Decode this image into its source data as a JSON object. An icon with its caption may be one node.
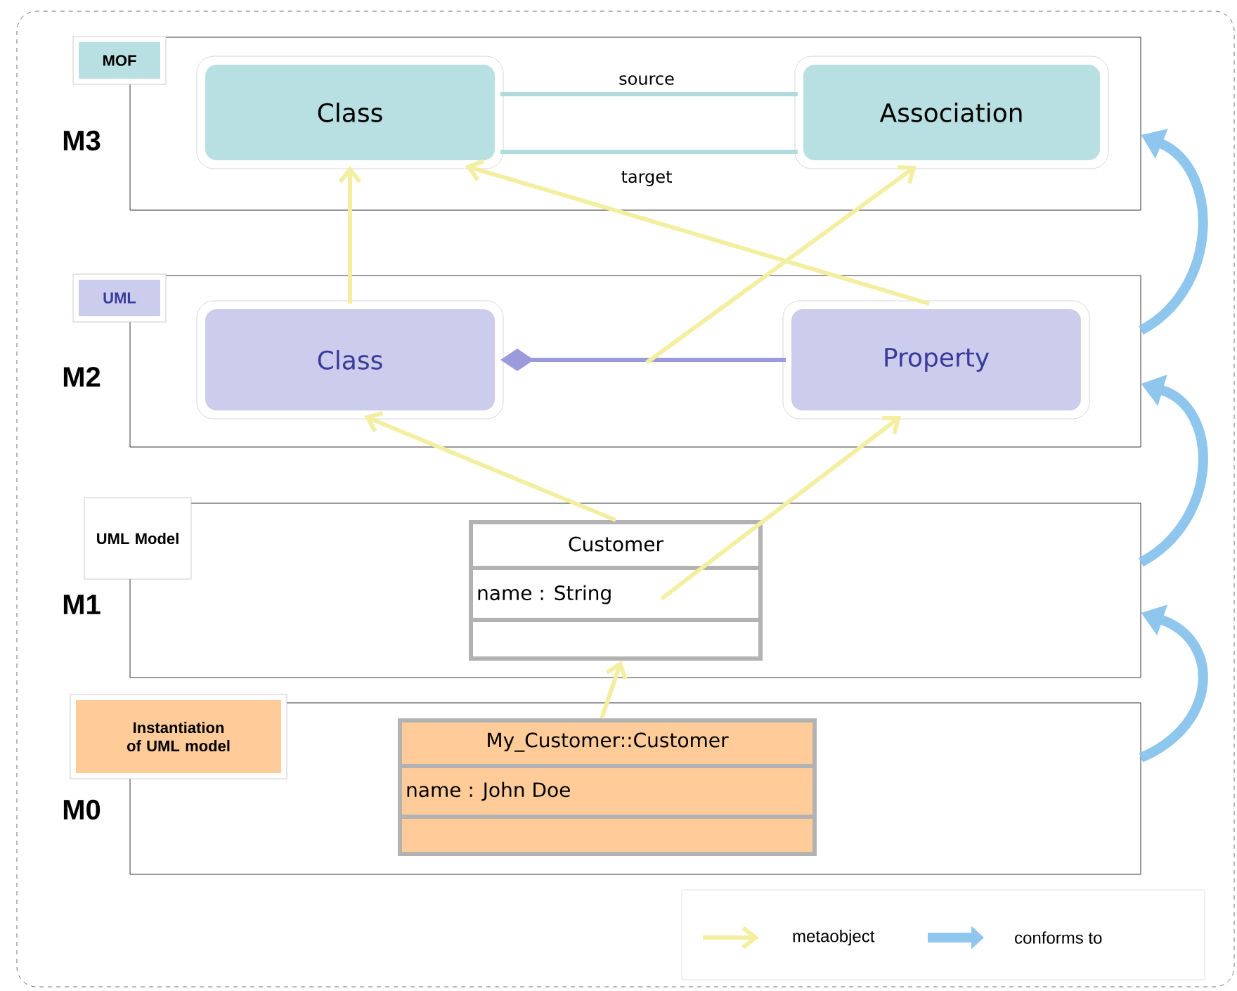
{
  "diagram": {
    "nodes": [
      {
        "text": [
          "M3"
        ]
      },
      {
        "text": [
          "MOF"
        ]
      },
      {
        "text": [
          "Class"
        ],
        "in": 0
      },
      {
        "text": [
          "Association"
        ],
        "in": 0
      },
      {
        "text": [
          "M2"
        ]
      },
      {
        "text": [
          "UML"
        ]
      },
      {
        "text": [
          "Class"
        ],
        "in": 4
      },
      {
        "text": [
          "Property"
        ],
        "in": 4
      },
      {
        "text": [
          "M1"
        ]
      },
      {
        "text": [
          "UML Model"
        ]
      },
      {
        "text": [
          "Customer",
          "name : String"
        ],
        "in": 8
      },
      {
        "text": [
          "M0"
        ]
      },
      {
        "text": [
          "Instantiation of UML model"
        ]
      },
      {
        "text": [
          "My_Customer::Customer",
          "name : John Doe"
        ],
        "in": 11
      }
    ],
    "edges": [
      {
        "from": 2,
        "to": 3,
        "arrow": "none",
        "label": "source",
        "color": "#b0dcdf"
      },
      {
        "from": 2,
        "to": 3,
        "arrow": "none",
        "label": "target",
        "color": "#b0dcdf"
      },
      {
        "from": 7,
        "to": 2,
        "arrow": "to"
      },
      {
        "from": 6,
        "to": 2,
        "arrow": "to"
      },
      {
        "from": 7,
        "to": 6,
        "arrow": "other",
        "color": "#9b9bdb"
      },
      {
        "from": null,
        "to": 3,
        "arrow": "to"
      },
      {
        "from": 10,
        "to": 6,
        "arrow": "to"
      },
      {
        "from": 10,
        "to": 7,
        "arrow": "to"
      },
      {
        "from": 13,
        "to": 10,
        "arrow": "to"
      },
      {
        "from": 4,
        "to": 0,
        "arrow": "to",
        "style": "thick",
        "color": "#8ec6ee"
      },
      {
        "from": 8,
        "to": 4,
        "arrow": "to",
        "style": "thick",
        "color": "#8ec6ee"
      },
      {
        "from": 11,
        "to": 8,
        "arrow": "to",
        "style": "thick",
        "color": "#8ec6ee"
      }
    ],
    "legend": [
      {
        "text": "metaobject"
      },
      {
        "text": "conforms to"
      }
    ]
  }
}
